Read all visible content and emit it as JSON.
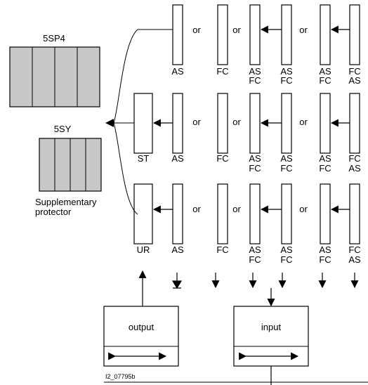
{
  "devices": {
    "sp4_title": "5SP4",
    "sy_title": "5SY",
    "supp_line1": "Supplementary",
    "supp_line2": "protector"
  },
  "row1": {
    "or1": "or",
    "or2": "or",
    "or3": "or",
    "c1": "AS",
    "c2": "FC",
    "c3a": "AS",
    "c3b": "FC",
    "c4a": "AS",
    "c4b": "FC",
    "c5a": "AS",
    "c5b": "FC",
    "c6a": "FC",
    "c6b": "AS"
  },
  "row2": {
    "st": "ST",
    "or1": "or",
    "or2": "or",
    "or3": "or",
    "c1": "AS",
    "c2": "FC",
    "c3a": "AS",
    "c3b": "FC",
    "c4a": "AS",
    "c4b": "FC",
    "c5a": "AS",
    "c5b": "FC",
    "c6a": "FC",
    "c6b": "AS"
  },
  "row3": {
    "ur": "UR",
    "or1": "or",
    "or2": "or",
    "or3": "or",
    "c1": "AS",
    "c2": "FC",
    "c3a": "AS",
    "c3b": "FC",
    "c4a": "AS",
    "c4b": "FC",
    "c5a": "AS",
    "c5b": "FC",
    "c6a": "FC",
    "c6b": "AS"
  },
  "boxes": {
    "output": "output",
    "input": "input"
  },
  "figure_id": "I2_07795b",
  "colors": {
    "module_fill": "#c8c8c8",
    "line": "#000000"
  }
}
